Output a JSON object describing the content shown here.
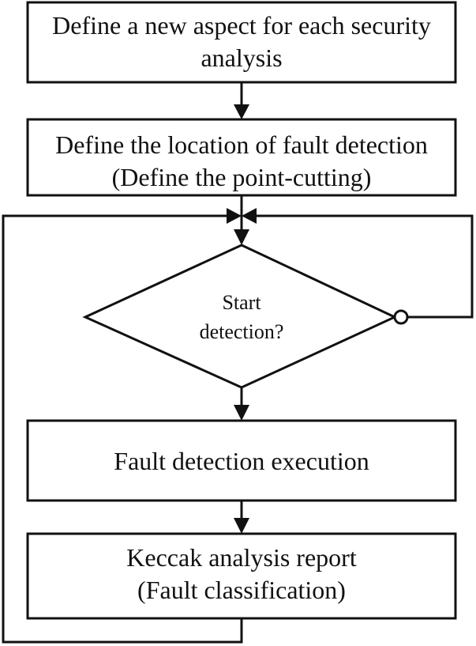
{
  "diagram": {
    "nodes": {
      "define_aspect": {
        "line1": "Define a new aspect for each security",
        "line2": "analysis"
      },
      "define_location": {
        "line1": "Define the location of fault detection",
        "line2": "(Define the point-cutting)"
      },
      "start_detection": {
        "line1": "Start",
        "line2": "detection?"
      },
      "fault_execution": {
        "line1": "Fault detection execution"
      },
      "analysis_report": {
        "line1": "Keccak analysis report",
        "line2": "(Fault classification)"
      }
    },
    "colors": {
      "stroke": "#111111",
      "background": "#ffffff",
      "text": "#111111"
    }
  }
}
